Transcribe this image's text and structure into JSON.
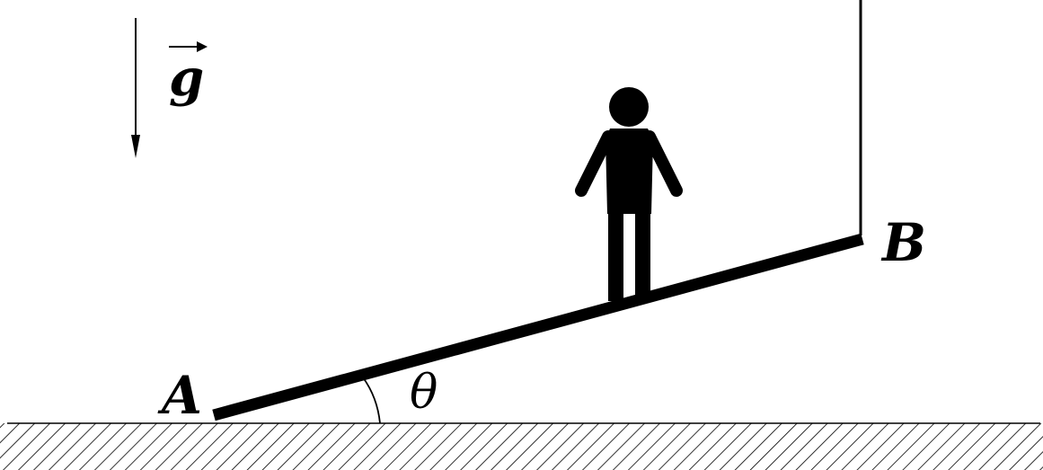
{
  "labels": {
    "gravity": "g",
    "end_a": "A",
    "end_b": "B",
    "angle": "θ"
  },
  "colors": {
    "ink": "#000000",
    "background": "#ffffff"
  }
}
